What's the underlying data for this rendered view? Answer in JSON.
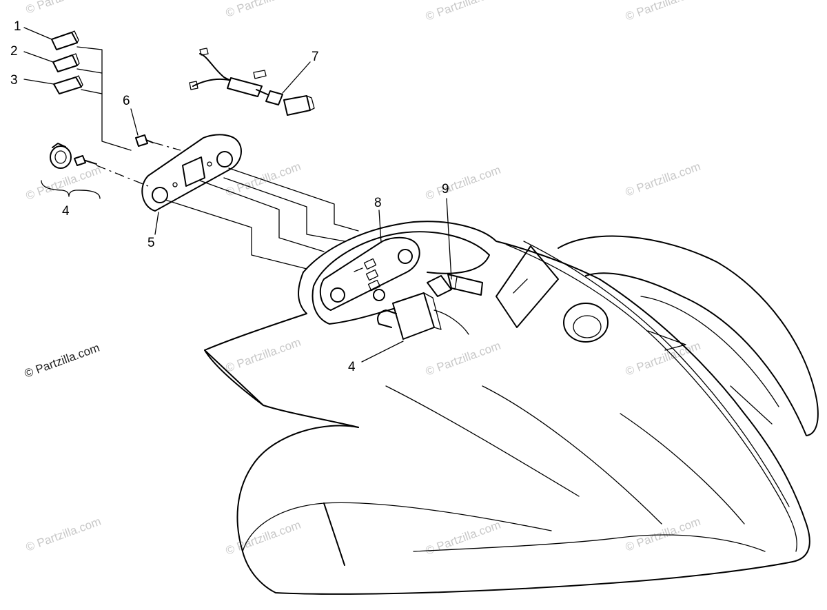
{
  "callouts": {
    "c1": "1",
    "c2": "2",
    "c3": "3",
    "c4a": "4",
    "c4b": "4",
    "c5": "5",
    "c6": "6",
    "c7": "7",
    "c8": "8",
    "c9": "9"
  },
  "watermark": "© Partzilla.com",
  "credit": "© Partzilla.com"
}
